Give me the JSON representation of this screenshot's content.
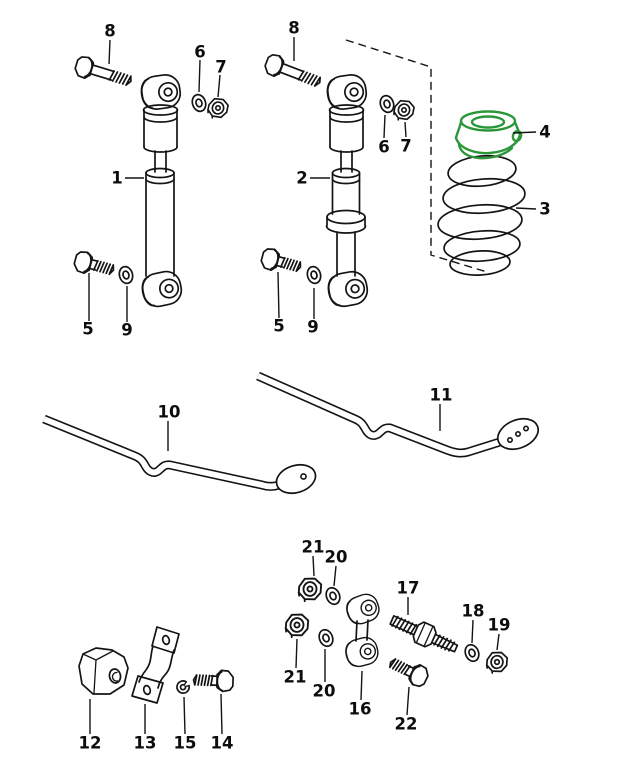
{
  "figure": {
    "background": "#ffffff",
    "line_color": "#141414",
    "highlight_color": "#2b973a",
    "highlighted_callout": "4"
  },
  "callouts": [
    "8",
    "6",
    "7",
    "1",
    "5",
    "9",
    "8",
    "2",
    "6",
    "7",
    "5",
    "9",
    "4",
    "3",
    "10",
    "11",
    "21",
    "20",
    "17",
    "18",
    "19",
    "21",
    "20",
    "16",
    "22",
    "12",
    "13",
    "15",
    "14"
  ]
}
